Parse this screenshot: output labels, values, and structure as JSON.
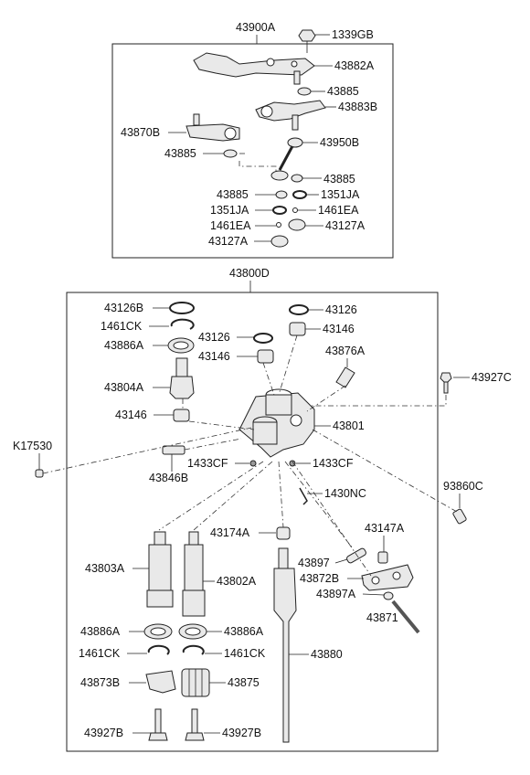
{
  "top_group": {
    "title": "43900A",
    "labels": {
      "l1339GB": "1339GB",
      "l43882A": "43882A",
      "l43885_a": "43885",
      "l43883B": "43883B",
      "l43870B": "43870B",
      "l43950B": "43950B",
      "l43885_b": "43885",
      "l43885_c": "43885",
      "l43885_d": "43885",
      "l1351JA_a": "1351JA",
      "l1351JA_b": "1351JA",
      "l1461EA_a": "1461EA",
      "l1461EA_b": "1461EA",
      "l43127A_a": "43127A",
      "l43127A_b": "43127A"
    }
  },
  "main_group": {
    "title": "43800D",
    "labels": {
      "l43126B": "43126B",
      "l1461CK_a": "1461CK",
      "l43886A_a": "43886A",
      "l43804A": "43804A",
      "l43146_a": "43146",
      "l43126_a": "43126",
      "l43146_b": "43146",
      "l43126_b": "43126",
      "l43146_c": "43146",
      "l43876A": "43876A",
      "l43927C": "43927C",
      "l43801": "43801",
      "lK17530": "K17530",
      "l43846B": "43846B",
      "l1433CF_a": "1433CF",
      "l1433CF_b": "1433CF",
      "l1430NC": "1430NC",
      "l93860C": "93860C",
      "l43174A": "43174A",
      "l43147A": "43147A",
      "l43897": "43897",
      "l43803A": "43803A",
      "l43802A": "43802A",
      "l43872B": "43872B",
      "l43897A": "43897A",
      "l43871": "43871",
      "l43886A_b": "43886A",
      "l43886A_c": "43886A",
      "l43880": "43880",
      "l1461CK_b": "1461CK",
      "l1461CK_c": "1461CK",
      "l43873B": "43873B",
      "l43875": "43875",
      "l43927B_a": "43927B",
      "l43927B_b": "43927B"
    }
  }
}
